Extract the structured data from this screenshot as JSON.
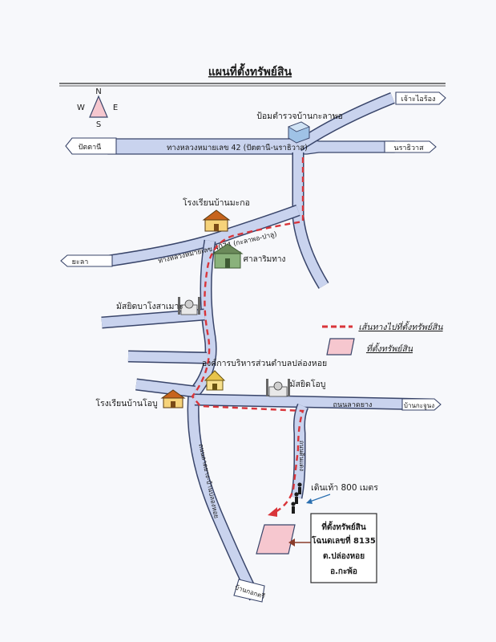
{
  "title": "แผนที่ตั้งทรัพย์สิน",
  "compass": {
    "n": "N",
    "s": "S",
    "e": "E",
    "w": "W"
  },
  "highway42": "ทางหลวงหมายเลข 42 (ปัตตานี-นราธิวาส)",
  "highway4074": "ทางหลวงหมายเลข 4074 (กะลาพอ-ปาลู)",
  "road_latyang": "ถนนลาดยาง",
  "road_lower_left": "ถนนลาดยาง-บ้านปลองหอย",
  "road_lane": "ถนนดินแดง",
  "destinations": {
    "pattani": "ปัตตานี",
    "narathiwat": "นราธิวาส",
    "jaoairong": "เจ้าะไอร้อง",
    "yala": "ยะลา",
    "ban_kachung": "บ้านกะจูนง",
    "ban_kokdari": "บ้านกอกตรี"
  },
  "landmarks": {
    "police": "ป้อมตำรวจบ้านกะลาพอ",
    "school_makok": "โรงเรียนบ้านมะกอ",
    "sala": "ศาลาริมทาง",
    "masjid_rongsamae": "มัสยิดบาโงสาเมาะ",
    "obt": "องค์การบริหารส่วนตำบลปล่องหอย",
    "masjid_oboe": "มัสยิดโอบู",
    "school_oboe": "โรงเรียนบ้านโอบู"
  },
  "walk": "เดินเท้า 800 เมตร",
  "legend": {
    "route": "เส้นทางไปที่ตั้งทรัพย์สิน",
    "site": "ที่ตั้งทรัพย์สิน"
  },
  "info": {
    "line1": "ที่ตั้งทรัพย์สิน",
    "line2": "โฉนดเลขที่ 8135",
    "line3": "ต.ปล่องหอย",
    "line4": "อ.กะพ้อ"
  },
  "colors": {
    "road": "#c9d3ee",
    "outline": "#39456a",
    "route": "#d9353a",
    "site": "#f6c7cf"
  }
}
